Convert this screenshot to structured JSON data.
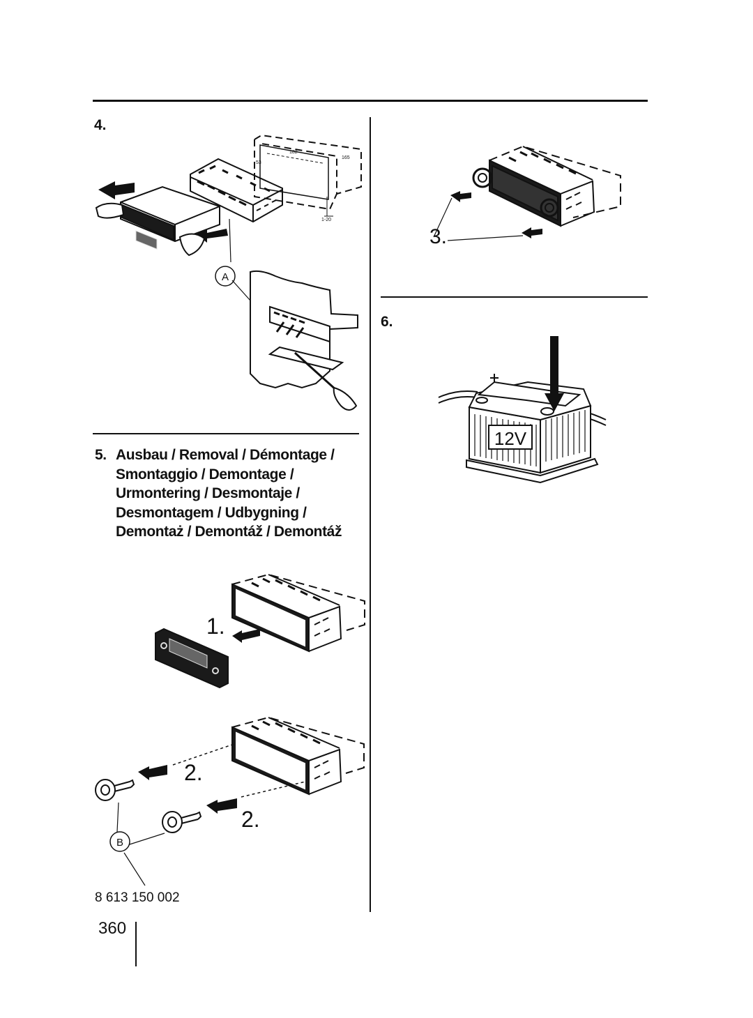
{
  "step4": {
    "label": "4.",
    "callout": "A",
    "dims": {
      "w": "182",
      "d": "165",
      "h": "53",
      "tilt": "1-20"
    }
  },
  "step5": {
    "label": "5.",
    "title_lines": [
      "Ausbau / Removal / Démontage /",
      "Smontaggio / Demontage /",
      "Urmontering / Desmontaje /",
      "Desmontagem / Udbygning /",
      "Demontaż / Demontáž / Demontáž"
    ],
    "sub1": "1.",
    "sub2": "2.",
    "callout": "B",
    "part_number": "8 613 150 002"
  },
  "step_top_right": {
    "sub3": "3."
  },
  "step6": {
    "label": "6.",
    "battery_label": "12V",
    "plus": "+"
  },
  "page_number": "360"
}
